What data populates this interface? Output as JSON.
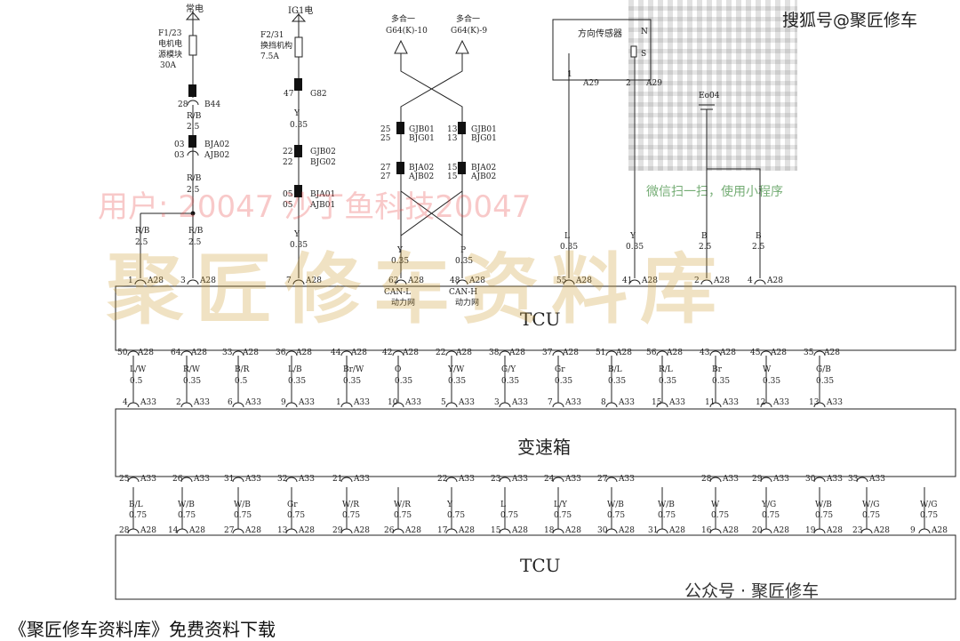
{
  "header_text": "搜狐号@聚匠修车",
  "footer_text": "公众号 · 聚匠修车",
  "bottom_text": "《聚匠修车资料库》免费资料下载",
  "watermark_user": "用户: 20047 沙丁鱼科技20047",
  "watermark_brand": "聚匠修车资料库",
  "qr_caption": "微信扫一扫，使用小程序",
  "blocks": {
    "tcu_top": "TCU",
    "gearbox": "变速箱",
    "tcu_bottom": "TCU"
  },
  "power": {
    "p1_source": "常电",
    "p1_fuse_id": "F1/23",
    "p1_fuse_name": [
      "电机电",
      "源模块"
    ],
    "p1_amp": "30A",
    "p2_source": "IG1电",
    "p2_fuse_id": "F2/31",
    "p2_fuse_name": "换挡机构",
    "p2_amp": "7.5A"
  },
  "left_col": {
    "c1_pin": "28",
    "c1_conn": "B44",
    "w1_color": "R/B",
    "w1_gauge": "2.5",
    "c2_pin": "03",
    "c2_conn_a": "BJA02",
    "c2_conn_b": "AJB02",
    "w2_color": "R/B",
    "w2_gauge": "2.5",
    "a_color": "R/B",
    "a_gauge": "2.5",
    "b_color": "R/B",
    "b_gauge": "2.5"
  },
  "mid_col": {
    "c1_pin": "47",
    "c1_conn": "G82",
    "w1_color": "Y",
    "w1_gauge": "0.35",
    "c2_pin": "22",
    "c2_conn_a": "GJB02",
    "c2_conn_b": "BJG02",
    "c3_pin": "05",
    "c3_conn_a": "BJA01",
    "c3_conn_b": "AJB01",
    "w2_color": "Y",
    "w2_gauge": "0.35"
  },
  "can": {
    "l_top": "多合一",
    "l_top_code": "G64(K)-10",
    "r_top": "多合一",
    "r_top_code": "G64(K)-9",
    "l_c1_pin": "25",
    "l_c1_a": "GJB01",
    "l_c1_b": "BJG01",
    "l_c2_pin": "27",
    "l_c2_a": "BJA02",
    "l_c2_b": "AJB02",
    "r_c1_pin": "13",
    "r_c1_a": "GJB01",
    "r_c1_b": "BJG01",
    "r_c2_pin": "15",
    "r_c2_a": "BJA02",
    "r_c2_b": "AJB02",
    "l_color": "Y",
    "l_gauge": "0.35",
    "r_color": "P",
    "r_gauge": "0.35",
    "l_name": "CAN-L",
    "l_net": "动力网",
    "r_name": "CAN-H",
    "r_net": "动力网"
  },
  "sensor": {
    "label": "方向传感器",
    "n": "N",
    "s": "S",
    "pin1": "1",
    "pin1_conn": "A29",
    "pin2": "2",
    "pin2_conn": "A29",
    "w1_color": "L",
    "w1_gauge": "0.35",
    "w2_color": "Y",
    "w2_gauge": "0.35"
  },
  "ground": {
    "label": "Eo04",
    "w1_color": "B",
    "w1_gauge": "2.5",
    "w2_color": "B",
    "w2_gauge": "2.5"
  },
  "tcu_top_pins": [
    {
      "pin": "1",
      "conn": "A28"
    },
    {
      "pin": "3",
      "conn": "A28"
    },
    {
      "pin": "7",
      "conn": "A28"
    },
    {
      "pin": "62",
      "conn": "A28"
    },
    {
      "pin": "48",
      "conn": "A28"
    },
    {
      "pin": "55",
      "conn": "A28"
    },
    {
      "pin": "41",
      "conn": "A28"
    },
    {
      "pin": "2",
      "conn": "A28"
    },
    {
      "pin": "4",
      "conn": "A28"
    }
  ],
  "row_a": [
    {
      "pin": "50",
      "conn": "A28",
      "color": "L/W",
      "gauge": "0.5",
      "bpin": "4",
      "bconn": "A33"
    },
    {
      "pin": "64",
      "conn": "A28",
      "color": "R/W",
      "gauge": "0.35",
      "bpin": "2",
      "bconn": "A33"
    },
    {
      "pin": "33",
      "conn": "A28",
      "color": "B/R",
      "gauge": "0.5",
      "bpin": "6",
      "bconn": "A33"
    },
    {
      "pin": "36",
      "conn": "A28",
      "color": "L/B",
      "gauge": "0.35",
      "bpin": "9",
      "bconn": "A33"
    },
    {
      "pin": "44",
      "conn": "A28",
      "color": "Br/W",
      "gauge": "0.35",
      "bpin": "1",
      "bconn": "A33"
    },
    {
      "pin": "42",
      "conn": "A28",
      "color": "O",
      "gauge": "0.35",
      "bpin": "10",
      "bconn": "A33"
    },
    {
      "pin": "22",
      "conn": "A28",
      "color": "Y/W",
      "gauge": "0.35",
      "bpin": "5",
      "bconn": "A33"
    },
    {
      "pin": "38",
      "conn": "A28",
      "color": "G/Y",
      "gauge": "0.35",
      "bpin": "3",
      "bconn": "A33"
    },
    {
      "pin": "37",
      "conn": "A28",
      "color": "Gr",
      "gauge": "0.35",
      "bpin": "7",
      "bconn": "A33"
    },
    {
      "pin": "51",
      "conn": "A28",
      "color": "B/L",
      "gauge": "0.35",
      "bpin": "8",
      "bconn": "A33"
    },
    {
      "pin": "56",
      "conn": "A28",
      "color": "R/L",
      "gauge": "0.35",
      "bpin": "15",
      "bconn": "A33"
    },
    {
      "pin": "43",
      "conn": "A28",
      "color": "Br",
      "gauge": "0.35",
      "bpin": "11",
      "bconn": "A33"
    },
    {
      "pin": "45",
      "conn": "A28",
      "color": "W",
      "gauge": "0.35",
      "bpin": "12",
      "bconn": "A33"
    },
    {
      "pin": "35",
      "conn": "A28",
      "color": "G/B",
      "gauge": "0.35",
      "bpin": "13",
      "bconn": "A33"
    }
  ],
  "row_b_top": [
    {
      "pin": "25",
      "conn": "A33"
    },
    {
      "pin": "26",
      "conn": "A33"
    },
    {
      "pin": "31",
      "conn": "A33"
    },
    {
      "pin": "32",
      "conn": "A33"
    },
    {
      "pin": "21",
      "conn": "A33"
    },
    {
      "pin": "22",
      "conn": "A33"
    },
    {
      "pin": "23",
      "conn": "A33"
    },
    {
      "pin": "24",
      "conn": "A33"
    },
    {
      "pin": "27",
      "conn": "A33"
    },
    {
      "pin": "28",
      "conn": "A33"
    },
    {
      "pin": "29",
      "conn": "A33"
    },
    {
      "pin": "30",
      "conn": "A33"
    },
    {
      "pin": "33",
      "conn": "A33"
    }
  ],
  "row_b_wires": [
    {
      "color": "B/L",
      "gauge": "0.75"
    },
    {
      "color": "W/B",
      "gauge": "0.75"
    },
    {
      "color": "W/B",
      "gauge": "0.75"
    },
    {
      "color": "Gr",
      "gauge": "0.75"
    },
    {
      "color": "W/R",
      "gauge": "0.75"
    },
    {
      "color": "W/R",
      "gauge": "0.75"
    },
    {
      "color": "Y",
      "gauge": "0.75"
    },
    {
      "color": "L",
      "gauge": "0.75"
    },
    {
      "color": "L/Y",
      "gauge": "0.75"
    },
    {
      "color": "W/B",
      "gauge": "0.75"
    },
    {
      "color": "W/B",
      "gauge": "0.75"
    },
    {
      "color": "W",
      "gauge": "0.75"
    },
    {
      "color": "Y/G",
      "gauge": "0.75"
    },
    {
      "color": "W/B",
      "gauge": "0.75"
    },
    {
      "color": "W/G",
      "gauge": "0.75"
    },
    {
      "color": "W/G",
      "gauge": "0.75"
    }
  ],
  "row_b_bottom": [
    {
      "pin": "28",
      "conn": "A28"
    },
    {
      "pin": "14",
      "conn": "A28"
    },
    {
      "pin": "27",
      "conn": "A28"
    },
    {
      "pin": "13",
      "conn": "A28"
    },
    {
      "pin": "29",
      "conn": "A28"
    },
    {
      "pin": "26",
      "conn": "A28"
    },
    {
      "pin": "17",
      "conn": "A28"
    },
    {
      "pin": "15",
      "conn": "A28"
    },
    {
      "pin": "18",
      "conn": "A28"
    },
    {
      "pin": "30",
      "conn": "A28"
    },
    {
      "pin": "31",
      "conn": "A28"
    },
    {
      "pin": "16",
      "conn": "A28"
    },
    {
      "pin": "20",
      "conn": "A28"
    },
    {
      "pin": "19",
      "conn": "A28"
    },
    {
      "pin": "23",
      "conn": "A28"
    },
    {
      "pin": "9",
      "conn": "A28"
    }
  ]
}
